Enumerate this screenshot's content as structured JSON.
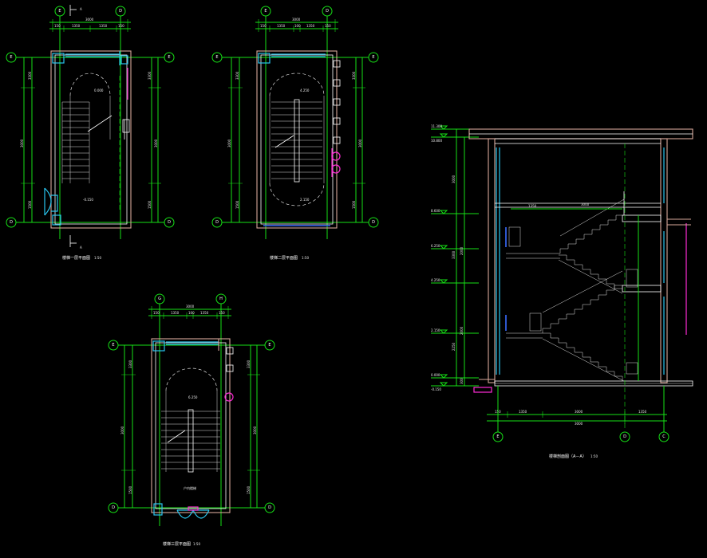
{
  "drawings": {
    "plan1": {
      "title": "楼梯一层平面图",
      "scale": "1:50",
      "axes": {
        "top_left": "E",
        "top_right": "D",
        "side_top": "E",
        "side_bottom": "D"
      },
      "top_total_dim": "3000",
      "top_dims": [
        "150",
        "1350",
        "1350",
        "150"
      ],
      "side_dims": [
        "3300",
        "3000",
        "1500"
      ],
      "section_mark": "A",
      "levels": [
        "-0.150",
        "0.000"
      ]
    },
    "plan2": {
      "title": "楼梯二层平面图",
      "scale": "1:50",
      "axes": {
        "top_left": "E",
        "top_right": "D",
        "side_top": "E",
        "side_bottom": "D"
      },
      "top_total_dim": "3000",
      "top_dims": [
        "150",
        "1350",
        "100",
        "1350",
        "150"
      ],
      "side_dims": [
        "3300",
        "3000",
        "1500"
      ],
      "levels": [
        "2.150",
        "4.250"
      ]
    },
    "plan3": {
      "title": "楼梯三层平面图",
      "scale": "1:50",
      "axes": {
        "top_left": "G",
        "top_right": "H",
        "side_top": "E",
        "side_bottom": "D"
      },
      "top_total_dim": "3000",
      "top_dims": [
        "150",
        "1350",
        "100",
        "1350",
        "150"
      ],
      "side_dims": [
        "3300",
        "3000",
        "1500"
      ],
      "levels": [
        "6.250"
      ],
      "note": "户内楼梯"
    },
    "section": {
      "title": "楼梯剖面图（A－A）",
      "scale": "1:50",
      "axes": [
        "E",
        "D",
        "C"
      ],
      "elevations": [
        "11.300",
        "10.800",
        "8.600",
        "6.250",
        "4.250",
        "2.150",
        "0.000",
        "-0.150"
      ],
      "vertical_dims": [
        "3000",
        "3300",
        "2000",
        "2250",
        "300"
      ],
      "bottom_dims": [
        "150",
        "1350",
        "3000",
        "1350"
      ],
      "flight_dims": [
        "1350",
        "3000"
      ]
    }
  }
}
